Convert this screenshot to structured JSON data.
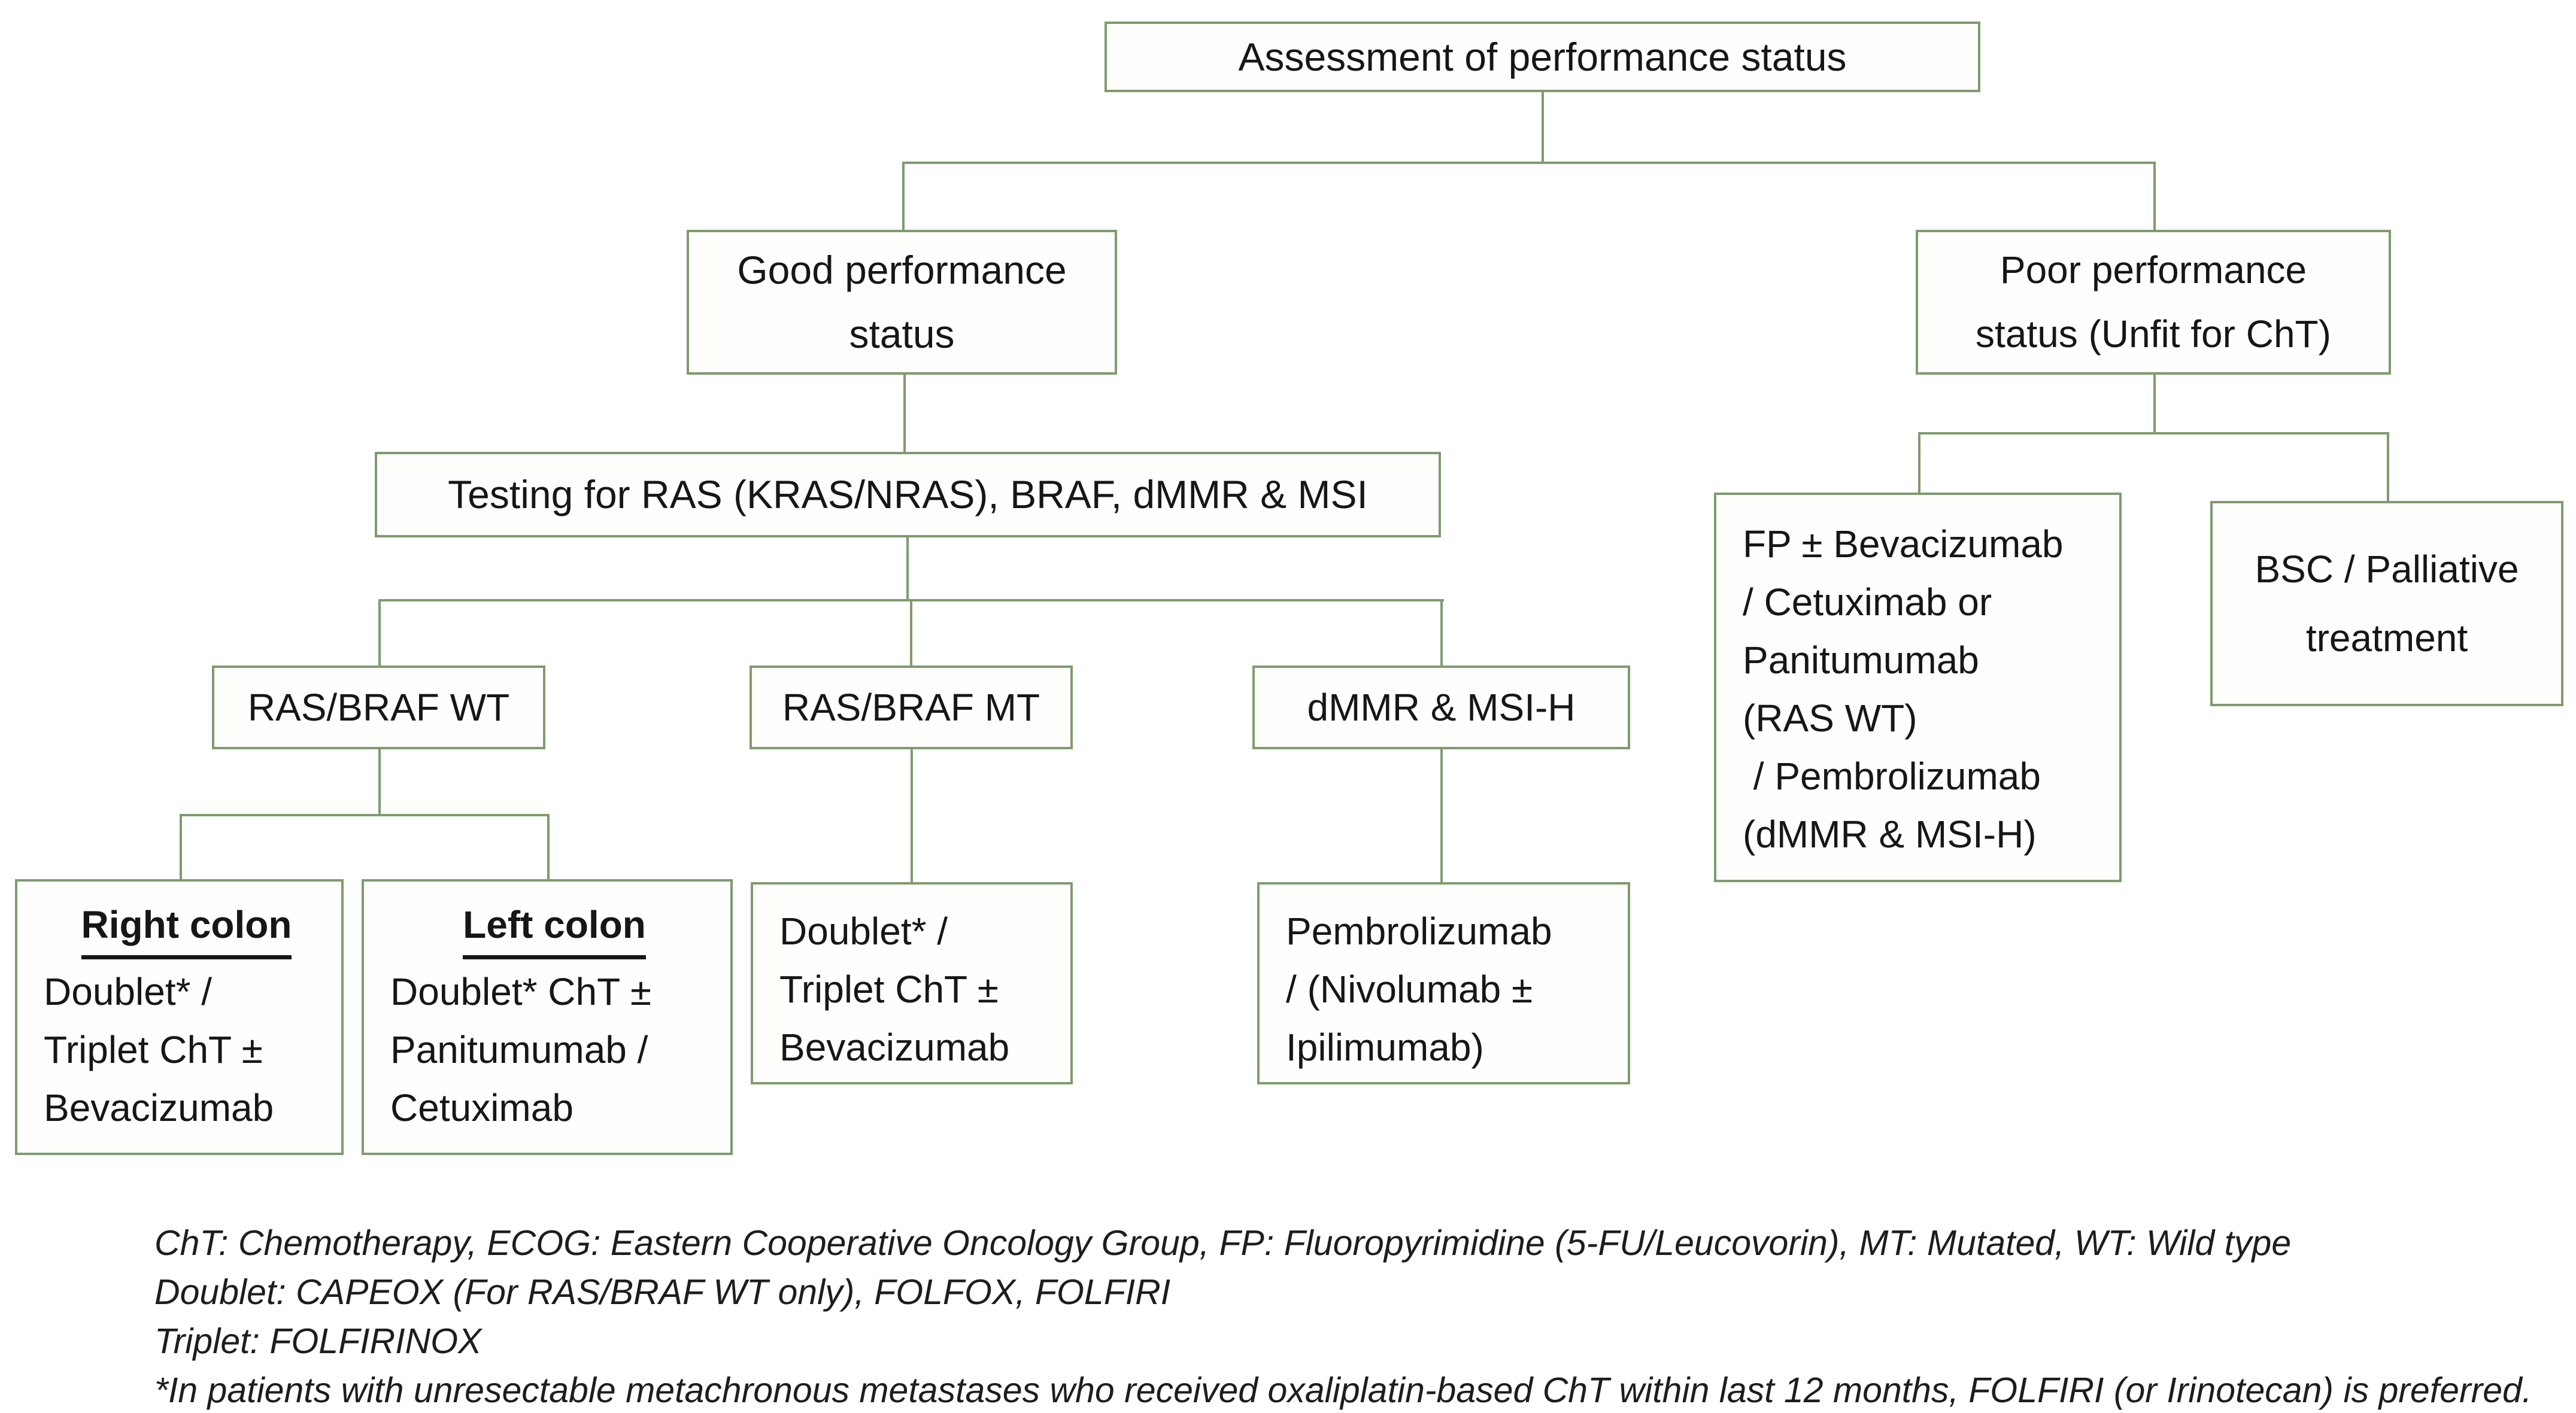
{
  "diagram": {
    "title_node": "Assessment of performance status",
    "nodes": {
      "assessment": {
        "label": "Assessment of performance status"
      },
      "good": {
        "lines": [
          "Good performance",
          "status"
        ]
      },
      "poor": {
        "lines": [
          "Poor performance",
          "status (Unfit for ChT)"
        ]
      },
      "testing": {
        "label": "Testing for RAS (KRAS/NRAS), BRAF, dMMR & MSI"
      },
      "ras_braf_wt": {
        "label": "RAS/BRAF WT"
      },
      "ras_braf_mt": {
        "label": "RAS/BRAF MT"
      },
      "dmmr_msi_h": {
        "label": "dMMR & MSI-H"
      },
      "right_colon": {
        "title": "Right colon",
        "lines": [
          "Doublet* /",
          "Triplet ChT ±",
          "Bevacizumab"
        ]
      },
      "left_colon": {
        "title": "Left colon",
        "lines": [
          "Doublet* ChT ±",
          "Panitumumab /",
          "Cetuximab"
        ]
      },
      "doublet_triplet": {
        "lines": [
          "Doublet* /",
          "Triplet ChT ±",
          "Bevacizumab"
        ]
      },
      "pembrolizumab": {
        "lines": [
          "Pembrolizumab",
          "/ (Nivolumab ±",
          "Ipilimumab)"
        ]
      },
      "fp_unfit": {
        "lines": [
          "FP ± Bevacizumab",
          "/ Cetuximab or",
          "Panitumumab",
          "(RAS WT)",
          " / Pembrolizumab",
          "(dMMR & MSI-H)"
        ]
      },
      "bsc": {
        "lines": [
          "BSC / Palliative",
          "treatment"
        ]
      }
    },
    "footnotes": [
      "ChT: Chemotherapy, ECOG: Eastern Cooperative Oncology Group, FP: Fluoropyrimidine (5-FU/Leucovorin), MT: Mutated, WT: Wild type",
      "Doublet: CAPEOX (For RAS/BRAF WT only), FOLFOX, FOLFIRI",
      "Triplet: FOLFIRINOX",
      "*In patients with unresectable metachronous metastases who received oxaliplatin-based ChT within last 12 months, FOLFIRI (or Irinotecan) is preferred."
    ],
    "colors": {
      "connector_and_border": "#7e9b6e",
      "box_fill": "#fefefc",
      "text": "#161616",
      "background": "#ffffff"
    }
  }
}
